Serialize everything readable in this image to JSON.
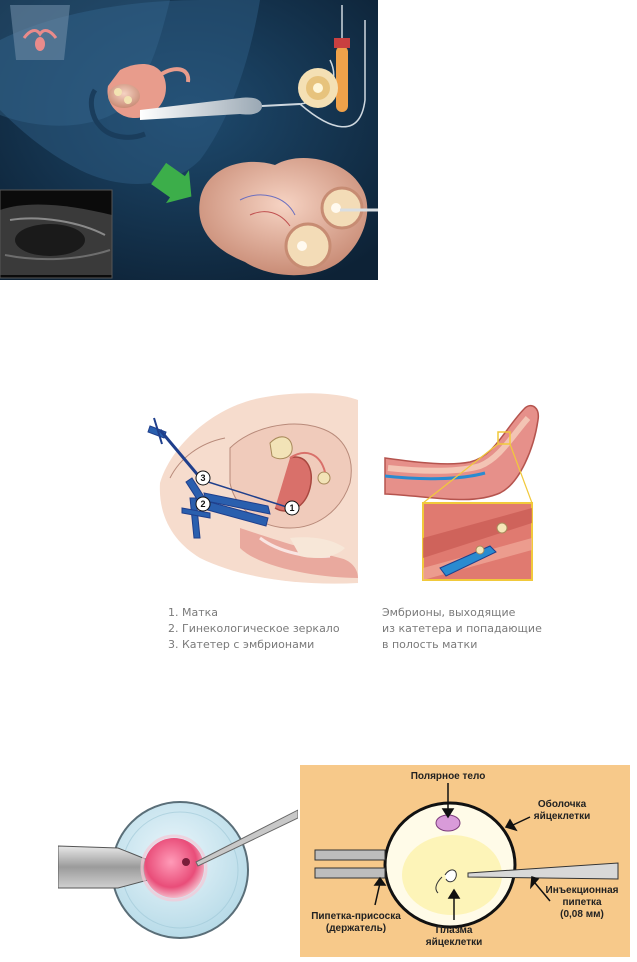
{
  "panel2": {
    "markers": [
      "1",
      "2",
      "3"
    ],
    "legend_left": [
      "1. Матка",
      "2. Гинекологическое зеркало",
      "3. Катетер с эмбрионами"
    ],
    "legend_right": [
      "Эмбрионы, выходящие",
      "из катетера и попадающие",
      "в полость матки"
    ]
  },
  "panel3": {
    "labels": {
      "polar_body": "Полярное тело",
      "shell_line1": "Оболочка",
      "shell_line2": "яйцеклетки",
      "holder_line1": "Пипетка-присоска",
      "holder_line2": "(держатель)",
      "plasma_line1": "Плазма",
      "plasma_line2": "яйцеклетки",
      "inj_line1": "Инъекционная",
      "inj_line2": "пипетка",
      "inj_line3": "(0,08 мм)"
    }
  },
  "colors": {
    "panel1_bg": "#14324e",
    "ovary": "#e9b7a0",
    "catheter_blue": "#2a5fae",
    "uterus_pink": "#d9706a",
    "inset_yellow": "#f1c93b",
    "panel3_bg": "#f7c98a",
    "cell_pink": "#e94d79"
  }
}
